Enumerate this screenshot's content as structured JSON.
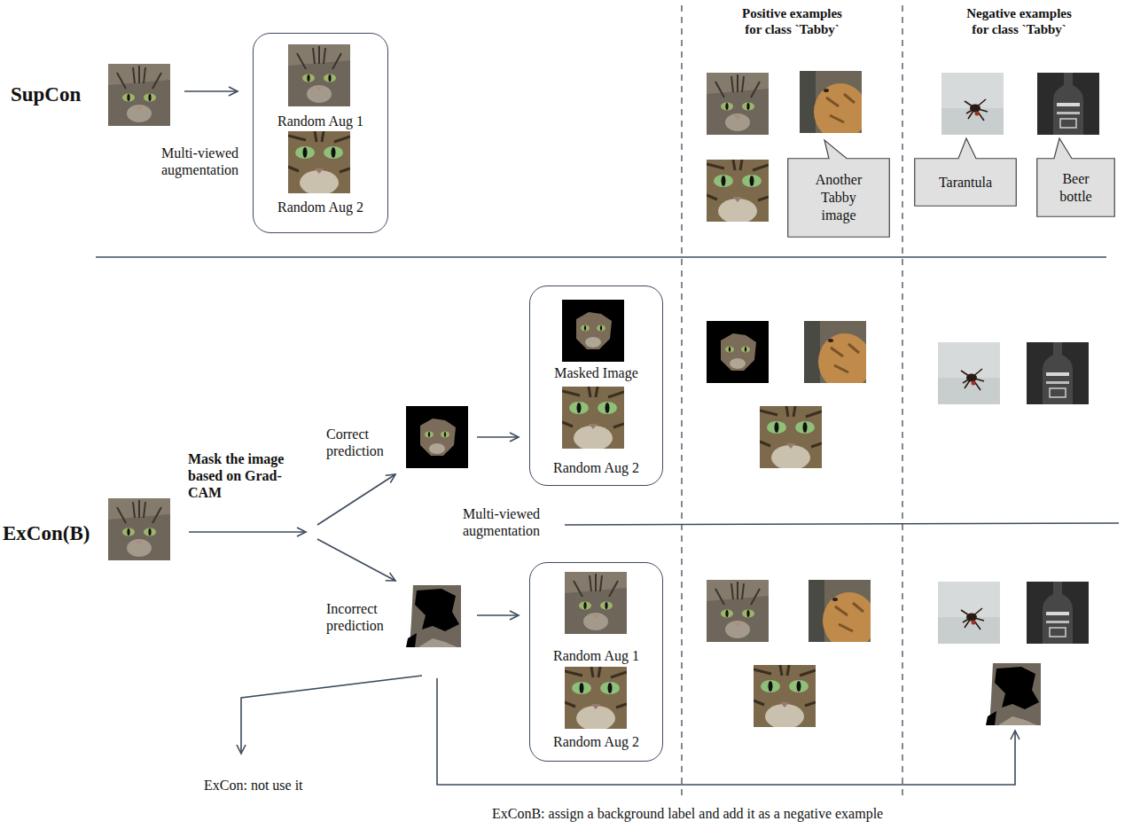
{
  "diagram": {
    "nodes": [
      {
        "text": [
          "Random Aug 1",
          "Random Aug 2"
        ]
      },
      {
        "text": [
          "Another Tabby image"
        ]
      },
      {
        "text": [
          "Tarantula"
        ]
      },
      {
        "text": [
          "Beer bottle"
        ]
      },
      {
        "text": [
          "Masked Image",
          "Random Aug 2"
        ]
      },
      {
        "text": [
          "Random Aug 1",
          "Random Aug 2"
        ]
      }
    ],
    "labels": [
      "SupCon",
      "Multi-viewed augmentation",
      "Positive examples for class `Tabby`",
      "Negative examples for class `Tabby`",
      "ExCon(B)",
      "Mask the image based on Grad-CAM",
      "Correct prediction",
      "Incorrect prediction",
      "Multi-viewed augmentation",
      "ExCon: not use it",
      "ExConB: assign a background label and add it as a negative example"
    ]
  }
}
